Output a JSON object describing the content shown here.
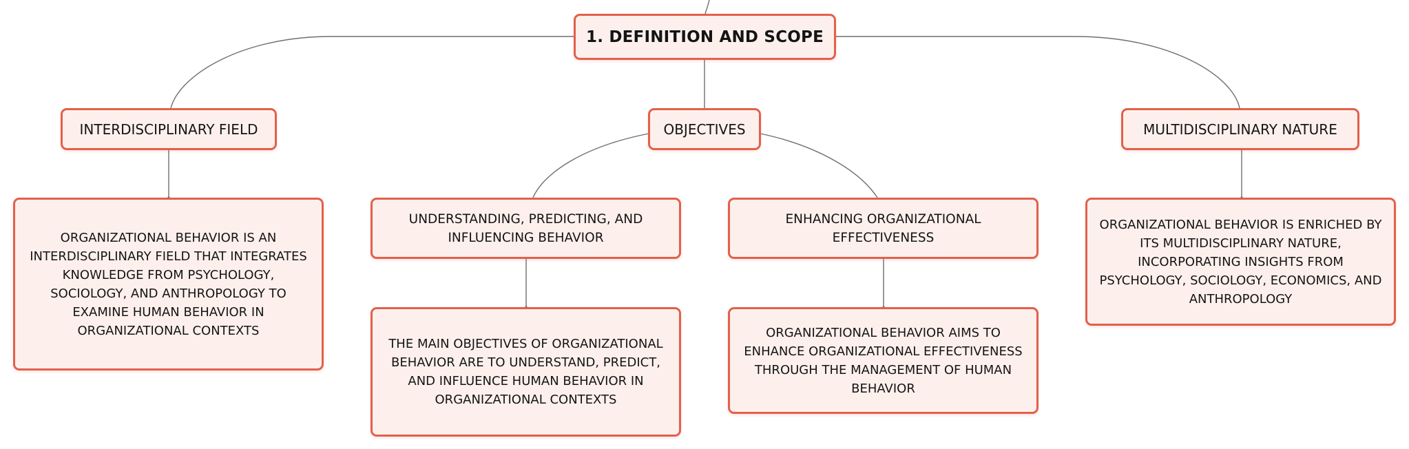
{
  "diagram": {
    "root": {
      "label": "1. DEFINITION AND SCOPE"
    },
    "branches": [
      {
        "label": "INTERDISCIPLINARY FIELD",
        "detail": "ORGANIZATIONAL BEHAVIOR IS AN INTERDISCIPLINARY FIELD THAT INTEGRATES KNOWLEDGE FROM PSYCHOLOGY, SOCIOLOGY, AND ANTHROPOLOGY TO EXAMINE HUMAN BEHAVIOR IN ORGANIZATIONAL CONTEXTS"
      },
      {
        "label": "OBJECTIVES",
        "children": [
          {
            "label": "UNDERSTANDING, PREDICTING, AND INFLUENCING BEHAVIOR",
            "detail": "THE MAIN OBJECTIVES OF ORGANIZATIONAL BEHAVIOR ARE TO UNDERSTAND, PREDICT, AND INFLUENCE HUMAN BEHAVIOR IN ORGANIZATIONAL CONTEXTS"
          },
          {
            "label": "ENHANCING ORGANIZATIONAL EFFECTIVENESS",
            "detail": "ORGANIZATIONAL BEHAVIOR AIMS TO ENHANCE ORGANIZATIONAL EFFECTIVENESS THROUGH THE MANAGEMENT OF HUMAN BEHAVIOR"
          }
        ]
      },
      {
        "label": "MULTIDISCIPLINARY NATURE",
        "detail": "ORGANIZATIONAL BEHAVIOR IS ENRICHED BY ITS MULTIDISCIPLINARY NATURE, INCORPORATING INSIGHTS FROM PSYCHOLOGY, SOCIOLOGY, ECONOMICS, AND ANTHROPOLOGY"
      }
    ],
    "colors": {
      "node_border": "#e2604b",
      "node_fill": "#fdf0ec",
      "connector": "#6e6e6e",
      "text": "#141414"
    }
  }
}
